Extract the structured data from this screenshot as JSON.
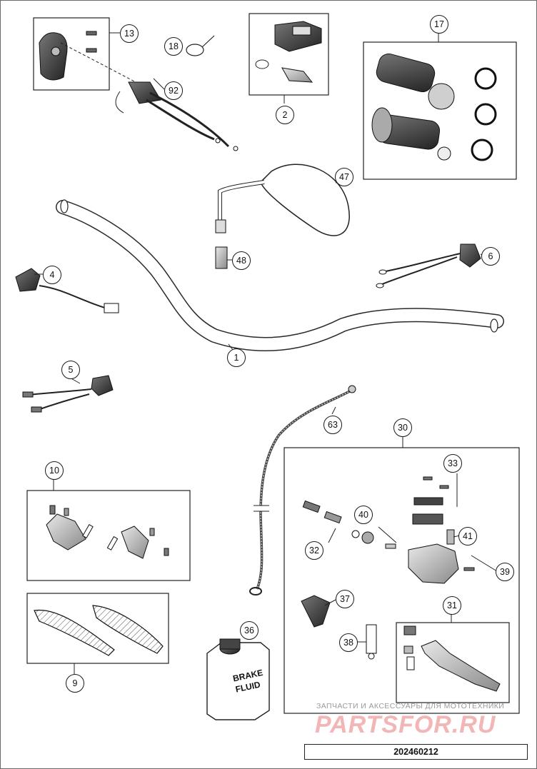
{
  "diagram": {
    "callouts": [
      {
        "key": "c13",
        "number": "13"
      },
      {
        "key": "c18",
        "number": "18"
      },
      {
        "key": "c92",
        "number": "92"
      },
      {
        "key": "c2",
        "number": "2"
      },
      {
        "key": "c17",
        "number": "17"
      },
      {
        "key": "c47",
        "number": "47"
      },
      {
        "key": "c48",
        "number": "48"
      },
      {
        "key": "c6",
        "number": "6"
      },
      {
        "key": "c4",
        "number": "4"
      },
      {
        "key": "c1",
        "number": "1"
      },
      {
        "key": "c5",
        "number": "5"
      },
      {
        "key": "c63",
        "number": "63"
      },
      {
        "key": "c30",
        "number": "30"
      },
      {
        "key": "c33",
        "number": "33"
      },
      {
        "key": "c10",
        "number": "10"
      },
      {
        "key": "c40",
        "number": "40"
      },
      {
        "key": "c41",
        "number": "41"
      },
      {
        "key": "c32",
        "number": "32"
      },
      {
        "key": "c39",
        "number": "39"
      },
      {
        "key": "c37",
        "number": "37"
      },
      {
        "key": "c31",
        "number": "31"
      },
      {
        "key": "c36",
        "number": "36"
      },
      {
        "key": "c38",
        "number": "38"
      },
      {
        "key": "c9",
        "number": "9"
      }
    ],
    "bottle_label": [
      "BRAKE",
      "FLUID"
    ],
    "watermark_caption": "ЗАПЧАСТИ И АКСЕССУАРЫ ДЛЯ МОТОТЕХНИКИ",
    "watermark_logo": "PARTSFOR.RU",
    "drawing_code": "202460212"
  }
}
